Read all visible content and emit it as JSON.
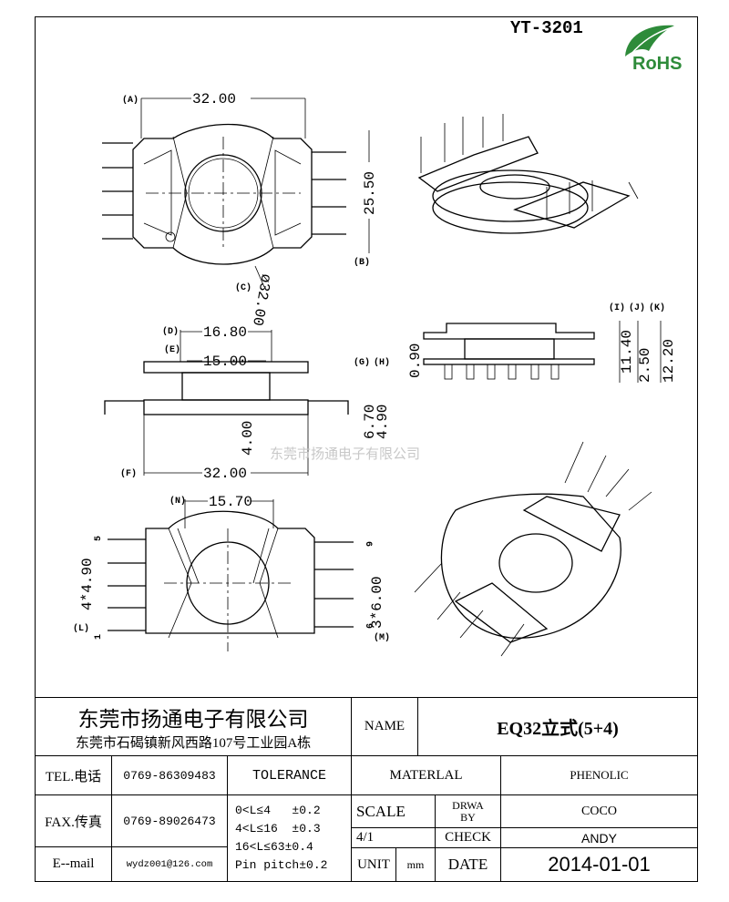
{
  "part_number": "YT-3201",
  "logo": {
    "text": "RoHS",
    "color": "#2e8b3a"
  },
  "watermark": "东莞市扬通电子有限公司",
  "dimensions": {
    "A": "(A)",
    "B": "(B)",
    "C": "(C)",
    "D": "(D)",
    "E": "(E)",
    "F": "(F)",
    "G": "(G)",
    "H": "(H)",
    "I": "(I)",
    "J": "(J)",
    "K": "(K)",
    "L": "(L)",
    "M": "(M)",
    "N": "(N)",
    "top_width": "32.00",
    "top_height": "25.50",
    "diameter": "ø32.00",
    "side_d": "16.80",
    "side_e": "15.00",
    "side_f": "32.00",
    "side_4": "4.00",
    "side_g": "6.70",
    "side_h": "4.90",
    "right_090": "0.90",
    "right_i": "11.40",
    "right_j": "2.50",
    "right_k": "12.20",
    "bottom_n": "15.70",
    "bottom_l": "4*4.90",
    "bottom_m": "3*6.00",
    "pins": [
      "5",
      "1",
      "6",
      "9"
    ]
  },
  "title_block": {
    "company": "东莞市扬通电子有限公司",
    "address": "东莞市石碣镇新风西路107号工业园A栋",
    "name_label": "NAME",
    "name_value": "EQ32立式(5+4)",
    "tel_label": "TEL.电话",
    "tel_value": "0769-86309483",
    "fax_label": "FAX.传真",
    "fax_value": "0769-89026473",
    "email_label": "E--mail",
    "email_value": "wydz001@126.com",
    "tolerance_label": "TOLERANCE",
    "tolerances": [
      "0<L≤4   ±0.2",
      "4<L≤16  ±0.3",
      "16<L≤63±0.4",
      "Pin pitch±0.2"
    ],
    "material_label": "MATERLAL",
    "material_value": "PHENOLIC",
    "scale_label": "SCALE",
    "scale_value": "4/1",
    "unit_label": "UNIT",
    "unit_value": "mm",
    "drawn_label": "DRWA BY",
    "drawn_value": "COCO",
    "check_label": "CHECK",
    "check_value": "ANDY",
    "date_label": "DATE",
    "date_value": "2014-01-01"
  }
}
